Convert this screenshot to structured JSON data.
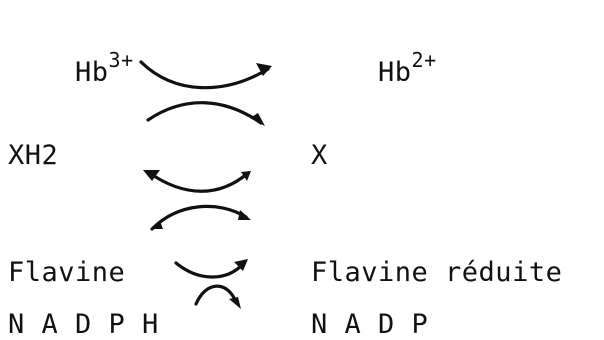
{
  "left": {
    "hb3_base": "Hb",
    "hb3_charge": "3+",
    "xh2": "XH2",
    "flavine": "Flavine",
    "nadph": "N A D P H"
  },
  "right": {
    "hb2_base": "Hb",
    "hb2_charge": "2+",
    "x": "X",
    "flavine_reduite": "Flavine réduite",
    "nadp": "N A D P"
  },
  "colors": {
    "ink": "#111111",
    "background": "#ffffff"
  }
}
